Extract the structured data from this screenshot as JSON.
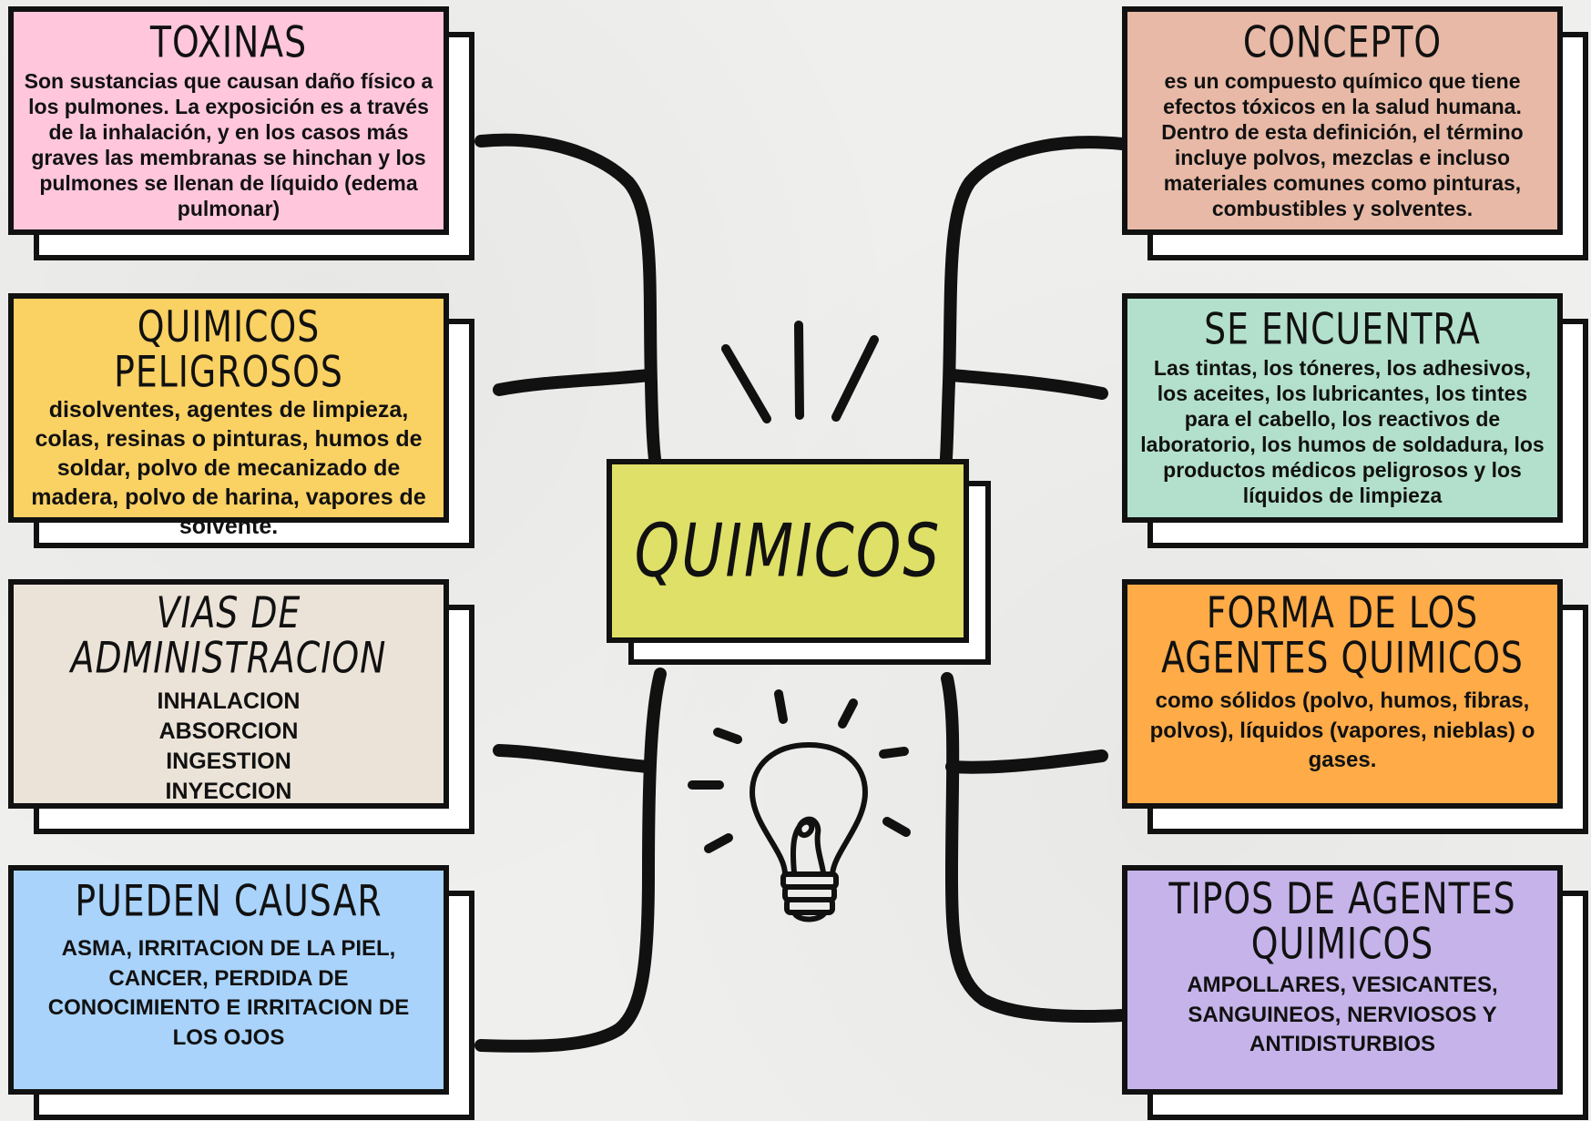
{
  "center": {
    "title": "QUIMICOS"
  },
  "colors": {
    "toxinas": "#ffc6dc",
    "quimicos_peligrosos": "#fad163",
    "vias": "#ece3d8",
    "pueden_causar": "#a9d3fb",
    "concepto": "#e7b9a6",
    "se_encuentra": "#b3e0cc",
    "forma": "#feab48",
    "tipos": "#c5b3ea",
    "center": "#dfe068"
  },
  "cards": {
    "toxinas": {
      "title": "TOXINAS",
      "body": "Son sustancias que causan daño físico a los pulmones. La exposición es a través de la inhalación, y en los casos más graves las membranas se hinchan y los pulmones se llenan de líquido (edema pulmonar)"
    },
    "quimicos_peligrosos": {
      "title": "QUIMICOS PELIGROSOS",
      "body": "disolventes, agentes de limpieza, colas, resinas o pinturas, humos de soldar, polvo de mecanizado de madera, polvo de harina, vapores de solvente."
    },
    "vias": {
      "title": "VIAS DE ADMINISTRACION",
      "items": [
        "INHALACION",
        "ABSORCION",
        "INGESTION",
        "INYECCION"
      ]
    },
    "pueden_causar": {
      "title": "PUEDEN CAUSAR",
      "body": "ASMA, IRRITACION DE LA PIEL, CANCER, PERDIDA DE CONOCIMIENTO E IRRITACION DE LOS OJOS"
    },
    "concepto": {
      "title": "CONCEPTO",
      "body": "es un compuesto químico que tiene efectos tóxicos en la salud humana. Dentro de esta definición, el término incluye polvos, mezclas e incluso materiales comunes como pinturas, combustibles y solventes."
    },
    "se_encuentra": {
      "title": "SE ENCUENTRA",
      "body": "Las tintas, los tóneres, los adhesivos, los aceites, los lubricantes, los tintes para el cabello, los reactivos de laboratorio, los humos de soldadura, los productos médicos peligrosos y los líquidos de limpieza"
    },
    "forma": {
      "title": "FORMA DE LOS AGENTES QUIMICOS",
      "body": "como sólidos (polvo, humos, fibras, polvos), líquidos (vapores, nieblas) o gases."
    },
    "tipos": {
      "title": "TIPOS DE AGENTES QUIMICOS",
      "body": "AMPOLLARES, VESICANTES, SANGUINEOS, NERVIOSOS Y ANTIDISTURBIOS"
    }
  },
  "icons": [
    "rays-icon",
    "lightbulb-icon"
  ]
}
